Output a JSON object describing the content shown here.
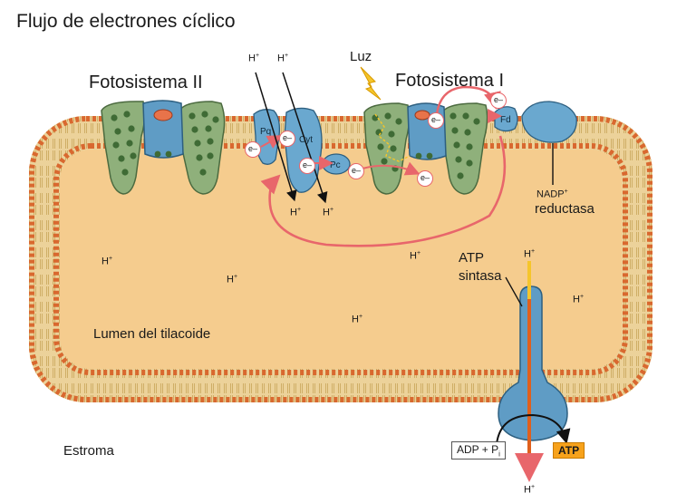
{
  "title": "Flujo de electrones cíclico",
  "labels": {
    "photosystem_2": "Fotosistema II",
    "photosystem_1": "Fotosistema I",
    "light": "Luz",
    "lumen": "Lumen del tilacoide",
    "stroma": "Estroma",
    "atp_synthase_line1": "ATP",
    "atp_synthase_line2": "sintasa",
    "nadp_reductase_line1": "NADP",
    "nadp_reductase_line2": "reductasa",
    "adp": "ADP + P",
    "adp_sub": "i",
    "atp": "ATP"
  },
  "proteins": {
    "plastoquinone": "Pq",
    "cytochrome": "Cyt",
    "plastocyanin": "Pc",
    "ferredoxin": "Fd"
  },
  "electron": "e",
  "electron_charge": "–",
  "proton": "H",
  "proton_charge": "+",
  "colors": {
    "membrane_head": "#d9682f",
    "membrane_tail": "#c9a65a",
    "lumen": "#f5cc8e",
    "photosystem": "#8fb07b",
    "protein_blue": "#6aa8cf",
    "arrow_red": "#e8666b",
    "light_yellow": "#f5c52b"
  }
}
